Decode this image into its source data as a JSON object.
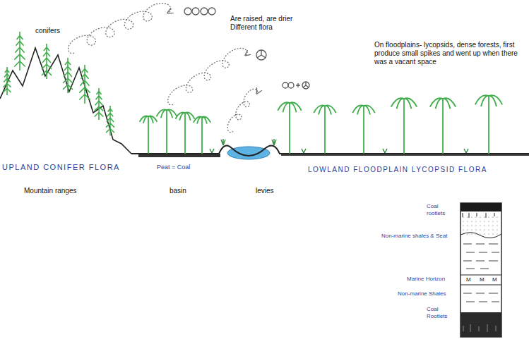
{
  "diagram": {
    "labels": [
      "conifers",
      "Are raised, are drier Different flora",
      "On floodplains- lycopsids, dense forests, first produce small spikes and went up when there was a vacant space",
      "UPLAND CONIFER FLORA",
      "Peat = Coal",
      "LOWLAND FLOODPLAIN LYCOPSID FLORA",
      "Mountain ranges",
      "basin",
      "levies",
      "Coal rootlets",
      "Non-marine shales & Seat",
      "Marine Horizon",
      "M",
      "M",
      "M",
      "Non-marine Shales",
      "Coal Rootlets"
    ]
  }
}
